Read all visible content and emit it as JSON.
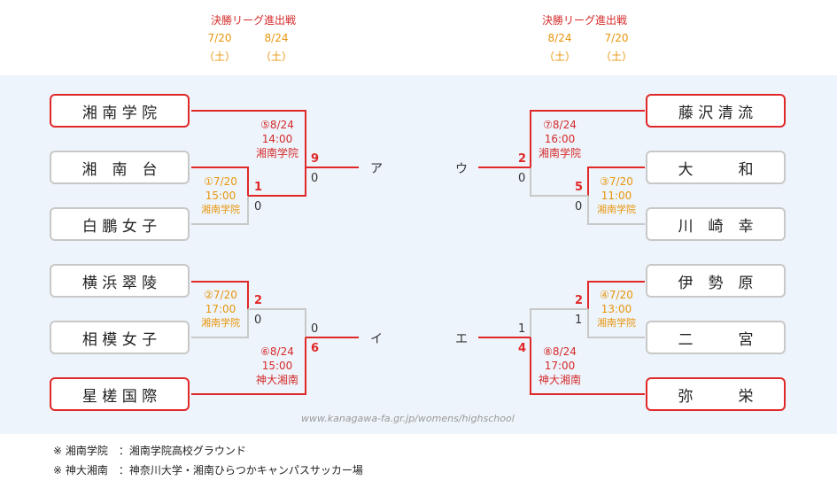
{
  "header": {
    "left": {
      "title": "決勝リーグ進出戦",
      "dates": [
        {
          "date": "7/20",
          "day": "（土）"
        },
        {
          "date": "8/24",
          "day": "（土）"
        }
      ]
    },
    "right": {
      "title": "決勝リーグ進出戦",
      "dates": [
        {
          "date": "8/24",
          "day": "（土）"
        },
        {
          "date": "7/20",
          "day": "（土）"
        }
      ]
    }
  },
  "teams": {
    "t1": "湘 南 学 院",
    "t2": "湘　南　台",
    "t3": "白 鵬 女 子",
    "t4": "横 浜 翠 陵",
    "t5": "相 模 女 子",
    "t6": "星 槎 国 際",
    "t7": "藤 沢 清 流",
    "t8": "大　　　和",
    "t9": "川　崎　幸",
    "t10": "伊　勢　原",
    "t11": "二　　　宮",
    "t12": "弥　　　栄"
  },
  "matches": {
    "m1": {
      "no_date": "①7/20",
      "time": "15:00",
      "venue": "湘南学院",
      "score_top": "1",
      "score_bottom": "0"
    },
    "m2": {
      "no_date": "②7/20",
      "time": "17:00",
      "venue": "湘南学院",
      "score_top": "2",
      "score_bottom": "0"
    },
    "m3": {
      "no_date": "③7/20",
      "time": "11:00",
      "venue": "湘南学院",
      "score_top": "5",
      "score_bottom": "0"
    },
    "m4": {
      "no_date": "④7/20",
      "time": "13:00",
      "venue": "湘南学院",
      "score_top": "2",
      "score_bottom": "1"
    },
    "m5": {
      "no_date": "⑤8/24",
      "time": "14:00",
      "venue": "湘南学院",
      "score_top": "9",
      "score_bottom": "0"
    },
    "m6": {
      "no_date": "⑥8/24",
      "time": "15:00",
      "venue": "神大湘南",
      "score_top": "0",
      "score_bottom": "6"
    },
    "m7": {
      "no_date": "⑦8/24",
      "time": "16:00",
      "venue": "湘南学院",
      "score_top": "2",
      "score_bottom": "0"
    },
    "m8": {
      "no_date": "⑧8/24",
      "time": "17:00",
      "venue": "神大湘南",
      "score_top": "1",
      "score_bottom": "4"
    }
  },
  "slots": {
    "a": "ア",
    "i": "イ",
    "u": "ウ",
    "e": "エ"
  },
  "url": "www.kanagawa-fa.gr.jp/womens/highschool",
  "notes": [
    "※ 湘南学院　：湘南学院高校グラウンド",
    "※ 神大湘南　：神奈川大学・湘南ひらつかキャンパスサッカー場"
  ],
  "colors": {
    "win": "#e02828",
    "lose": "#c8c8c8",
    "date": "#e8960c",
    "panel": "#eef4fb"
  }
}
